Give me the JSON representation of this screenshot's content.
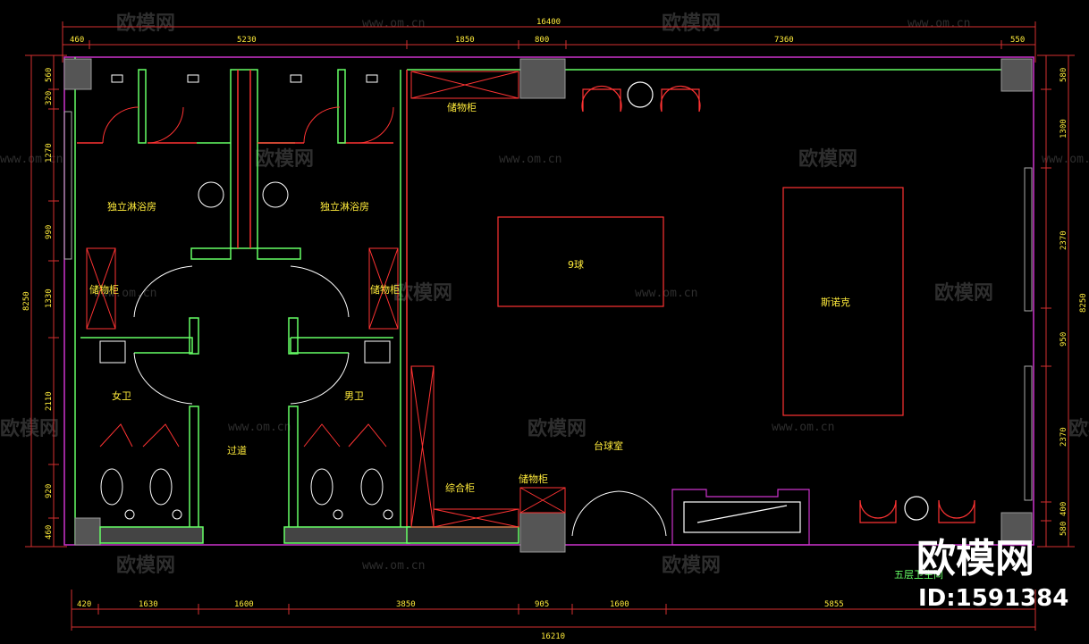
{
  "dimensions": {
    "top_total": "16400",
    "top": [
      "460",
      "5230",
      "1850",
      "800",
      "7360",
      "550"
    ],
    "bottom": [
      "420",
      "1630",
      "1600",
      "3850",
      "905",
      "1600",
      "5855"
    ],
    "bottom_total": "16210",
    "left_total": "8250",
    "left": [
      "560",
      "320",
      "1270",
      "990",
      "1330",
      "2110",
      "920",
      "460"
    ],
    "right_total": "8250",
    "right": [
      "580",
      "1300",
      "2370",
      "950",
      "2370",
      "400",
      "580"
    ]
  },
  "rooms": {
    "shower_left": "独立淋浴房",
    "shower_right": "独立淋浴房",
    "storage_left": "储物柜",
    "storage_right": "储物柜",
    "storage_top": "储物柜",
    "storage_bottom": "储物柜",
    "womens_wc": "女卫",
    "mens_wc": "男卫",
    "corridor": "过道",
    "billiard_room": "台球室",
    "nine_ball": "9球",
    "snooker": "斯诺克",
    "cabinet": "综合柜",
    "floor_caption": "五层卫生间"
  },
  "watermark": {
    "logo_text": "欧模网",
    "url": "www.om.cn"
  },
  "brand": {
    "name": "欧模网",
    "id": "ID:1591384"
  },
  "colors": {
    "wall": "#ff3333",
    "dim": "#ffeb3b",
    "green": "#66ff66",
    "magenta": "#cc33cc",
    "column": "#555555"
  }
}
